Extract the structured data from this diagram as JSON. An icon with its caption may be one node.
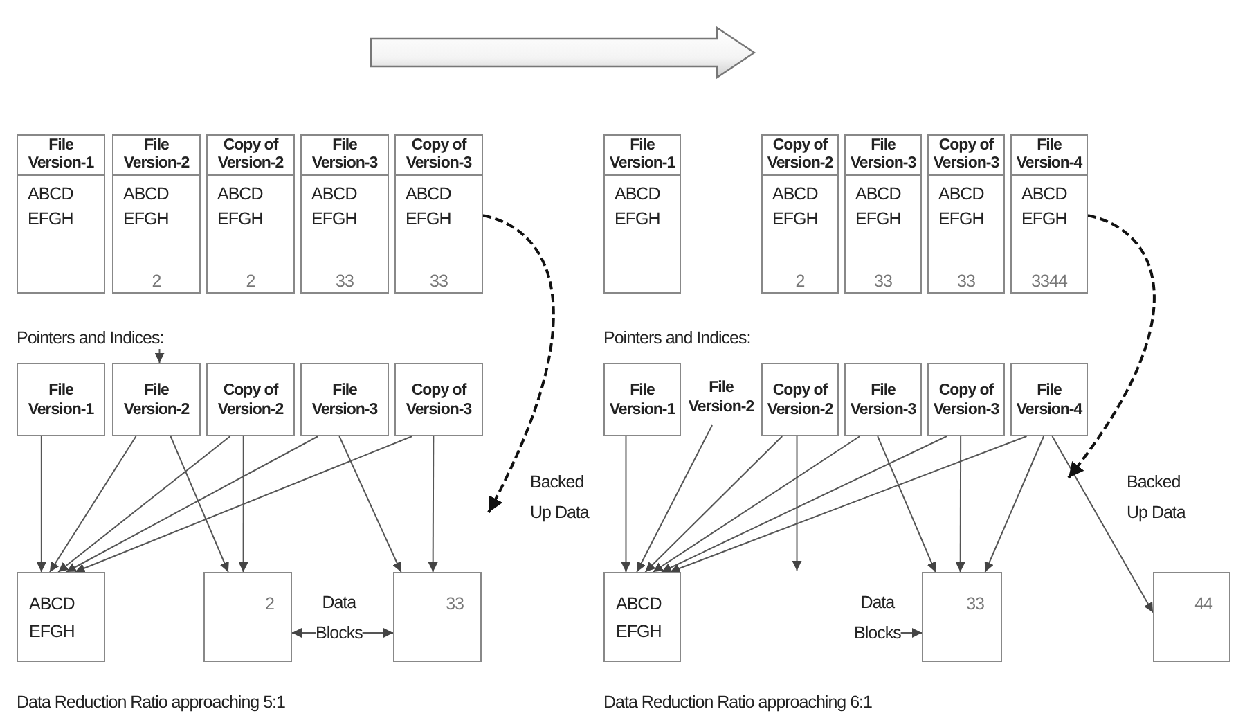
{
  "diagram": {
    "nodes": [
      {
        "text": [
          "File Version-1",
          "ABCD EFGH"
        ]
      },
      {
        "text": [
          "File Version-2",
          "ABCD EFGH",
          "2"
        ]
      },
      {
        "text": [
          "Copy of Version-2",
          "ABCD EFGH",
          "2"
        ]
      },
      {
        "text": [
          "File Version-3",
          "ABCD EFGH",
          "33"
        ]
      },
      {
        "text": [
          "Copy of Version-3",
          "ABCD EFGH",
          "33"
        ]
      },
      {
        "text": [
          "File Version-1",
          "ABCD EFGH"
        ]
      },
      {
        "text": [
          "Copy of Version-2",
          "ABCD EFGH",
          "2"
        ]
      },
      {
        "text": [
          "File Version-3",
          "ABCD EFGH",
          "33"
        ]
      },
      {
        "text": [
          "Copy of Version-3",
          "ABCD EFGH",
          "33"
        ]
      },
      {
        "text": [
          "File Version-4",
          "ABCD EFGH",
          "3344"
        ]
      },
      {
        "text": [
          "Pointers and Indices:"
        ]
      },
      {
        "text": [
          "File Version-1"
        ]
      },
      {
        "text": [
          "File Version-2"
        ]
      },
      {
        "text": [
          "Copy of Version-2"
        ]
      },
      {
        "text": [
          "File Version-3"
        ]
      },
      {
        "text": [
          "Copy of Version-3"
        ]
      },
      {
        "text": [
          "File Version-1"
        ]
      },
      {
        "text": [
          "File Version-2"
        ]
      },
      {
        "text": [
          "Copy of Version-2"
        ]
      },
      {
        "text": [
          "File Version-3"
        ]
      },
      {
        "text": [
          "Copy of Version-3"
        ]
      },
      {
        "text": [
          "File Version-4"
        ]
      },
      {
        "text": [
          "ABCD EFGH"
        ]
      },
      {
        "text": [
          "2"
        ]
      },
      {
        "text": [
          "33"
        ]
      },
      {
        "text": [
          "Data Blocks"
        ]
      },
      {
        "text": [
          "ABCD EFGH"
        ]
      },
      {
        "text": [
          "33"
        ]
      },
      {
        "text": [
          "44"
        ]
      },
      {
        "text": [
          "Data Blocks"
        ]
      }
    ],
    "edges": [
      {
        "from": 10,
        "to": 12,
        "arrow": "to"
      },
      {
        "from": 11,
        "to": 22,
        "arrow": "to"
      },
      {
        "from": 12,
        "to": 22,
        "arrow": "to"
      },
      {
        "from": 12,
        "to": 23,
        "arrow": "to"
      },
      {
        "from": 13,
        "to": 22,
        "arrow": "to"
      },
      {
        "from": 13,
        "to": 23,
        "arrow": "to"
      },
      {
        "from": 14,
        "to": 22,
        "arrow": "to"
      },
      {
        "from": 14,
        "to": 24,
        "arrow": "to"
      },
      {
        "from": 15,
        "to": 22,
        "arrow": "to"
      },
      {
        "from": 15,
        "to": 24,
        "arrow": "to"
      },
      {
        "from": 25,
        "to": 23,
        "arrow": "to"
      },
      {
        "from": 25,
        "to": 24,
        "arrow": "to"
      },
      {
        "from": 4,
        "to": null,
        "arrow": "to",
        "style": "dashed"
      },
      {
        "from": 16,
        "to": 26,
        "arrow": "to"
      },
      {
        "from": 17,
        "to": 26,
        "arrow": "to"
      },
      {
        "from": 18,
        "to": 26,
        "arrow": "to"
      },
      {
        "from": 18,
        "to": null,
        "arrow": "to"
      },
      {
        "from": 19,
        "to": 26,
        "arrow": "to"
      },
      {
        "from": 19,
        "to": 27,
        "arrow": "to"
      },
      {
        "from": 20,
        "to": 26,
        "arrow": "to"
      },
      {
        "from": 20,
        "to": 27,
        "arrow": "to"
      },
      {
        "from": 21,
        "to": 26,
        "arrow": "to"
      },
      {
        "from": 21,
        "to": 27,
        "arrow": "to"
      },
      {
        "from": 21,
        "to": 28,
        "arrow": "to"
      },
      {
        "from": 29,
        "to": 27,
        "arrow": "to"
      },
      {
        "from": 9,
        "to": null,
        "arrow": "to",
        "style": "dashed"
      }
    ],
    "labels": [
      "Pointers and Indices:",
      "Backed Up Data",
      "Backed Up Data",
      "Data Reduction Ratio approaching 5:1",
      "Data Reduction Ratio approaching 6:1"
    ]
  }
}
